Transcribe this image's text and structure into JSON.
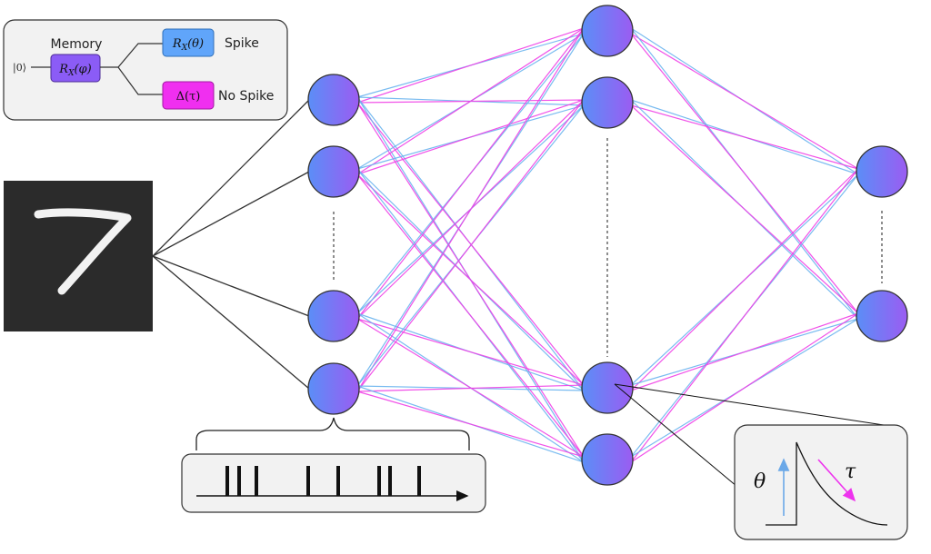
{
  "circuit": {
    "memory_label": "Memory",
    "ket_label": "|0⟩",
    "gate_memory": "R",
    "gate_memory_sub": "X",
    "gate_memory_arg": "(φ)",
    "gate_spike": "R",
    "gate_spike_sub": "X",
    "gate_spike_arg": "(θ)",
    "gate_nospike": "Δ(τ)",
    "spike_label": "Spike",
    "nospike_label": "No Spike",
    "colors": {
      "memory_gate": "#8b5cf6",
      "spike_gate": "#60a5fa",
      "nospike_gate": "#f02ff0"
    }
  },
  "input_digit": "7",
  "network": {
    "edge_colors": {
      "blue": "#6ab4ee",
      "magenta": "#ef3fe6"
    },
    "node_gradient": [
      "#5b8ef7",
      "#9b5cf2"
    ]
  },
  "decay_panel": {
    "theta_label": "θ",
    "tau_label": "τ"
  }
}
